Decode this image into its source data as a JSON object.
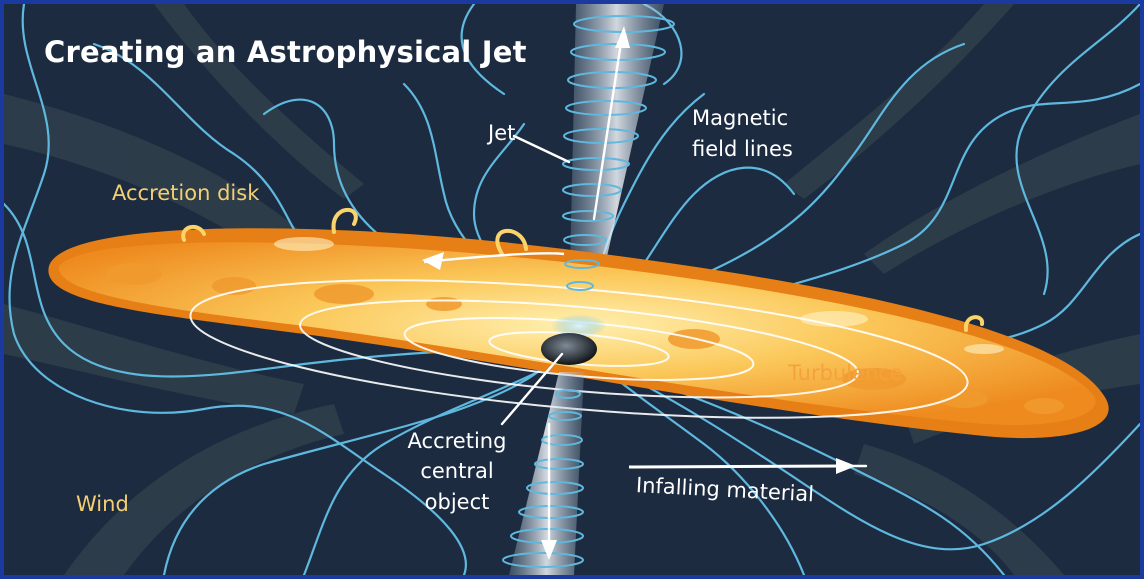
{
  "diagram": {
    "title": "Creating an Astrophysical Jet",
    "labels": {
      "jet": "Jet",
      "magnetic_line1": "Magnetic",
      "magnetic_line2": "field lines",
      "accretion_disk": "Accretion disk",
      "turbulence": "Turbulence",
      "accreting_line1": "Accreting",
      "accreting_line2": "central",
      "accreting_line3": "object",
      "infalling": "Infalling material",
      "wind": "Wind"
    }
  },
  "colors": {
    "border": "#1b3aa0",
    "background": "#1c2b40",
    "field_lines": "#5fb8de",
    "disk_orange": "#f39a2a",
    "disk_yellow": "#fde07a",
    "label_gold": "#f4cf72",
    "label_orange": "#f5a23c",
    "label_white": "#ffffff"
  }
}
